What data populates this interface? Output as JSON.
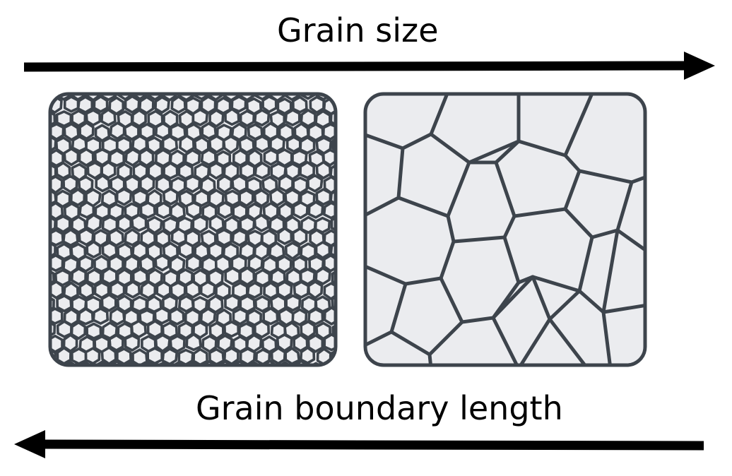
{
  "labels": {
    "top": "Grain size",
    "bottom": "Grain boundary length"
  },
  "arrows": {
    "top": {
      "direction": "right"
    },
    "bottom": {
      "direction": "left"
    }
  },
  "panels": {
    "fine": {
      "description_key": "fine-grain-microstructure"
    },
    "coarse": {
      "description_key": "coarse-grain-microstructure"
    }
  },
  "colors": {
    "grain_fill": "#ebecef",
    "boundary": "#3d444c",
    "arrow": "#000000",
    "text": "#000000"
  }
}
